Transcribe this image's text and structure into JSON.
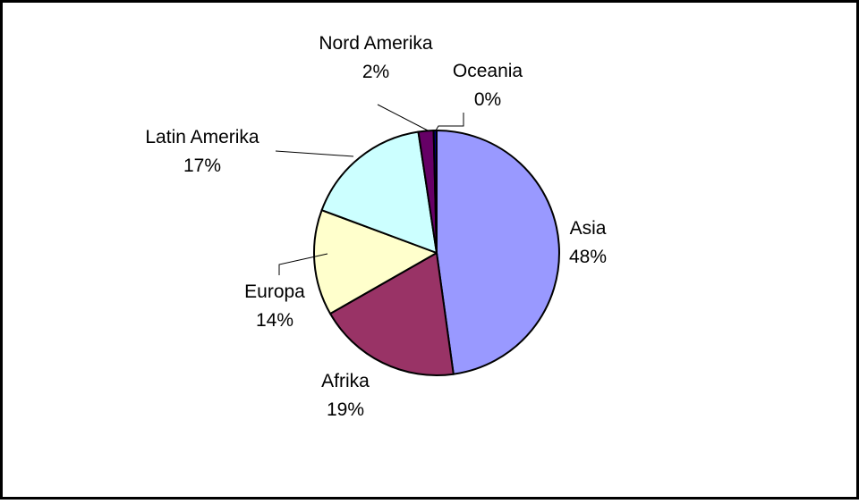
{
  "chart_data": {
    "type": "pie",
    "title": "",
    "start_angle_deg": 0,
    "direction": "clockwise",
    "legend": "none",
    "slices": [
      {
        "label": "Asia",
        "value": 48,
        "value_label": "48%",
        "color": "#9999ff"
      },
      {
        "label": "Afrika",
        "value": 19,
        "value_label": "19%",
        "color": "#993366"
      },
      {
        "label": "Europa",
        "value": 14,
        "value_label": "14%",
        "color": "#ffffcc"
      },
      {
        "label": "Latin Amerika",
        "value": 17,
        "value_label": "17%",
        "color": "#ccffff"
      },
      {
        "label": "Nord Amerika",
        "value": 2,
        "value_label": "2%",
        "color": "#660066"
      },
      {
        "label": "Oceania",
        "value": 0.4,
        "value_label": "0%",
        "color": "#000080"
      }
    ]
  }
}
